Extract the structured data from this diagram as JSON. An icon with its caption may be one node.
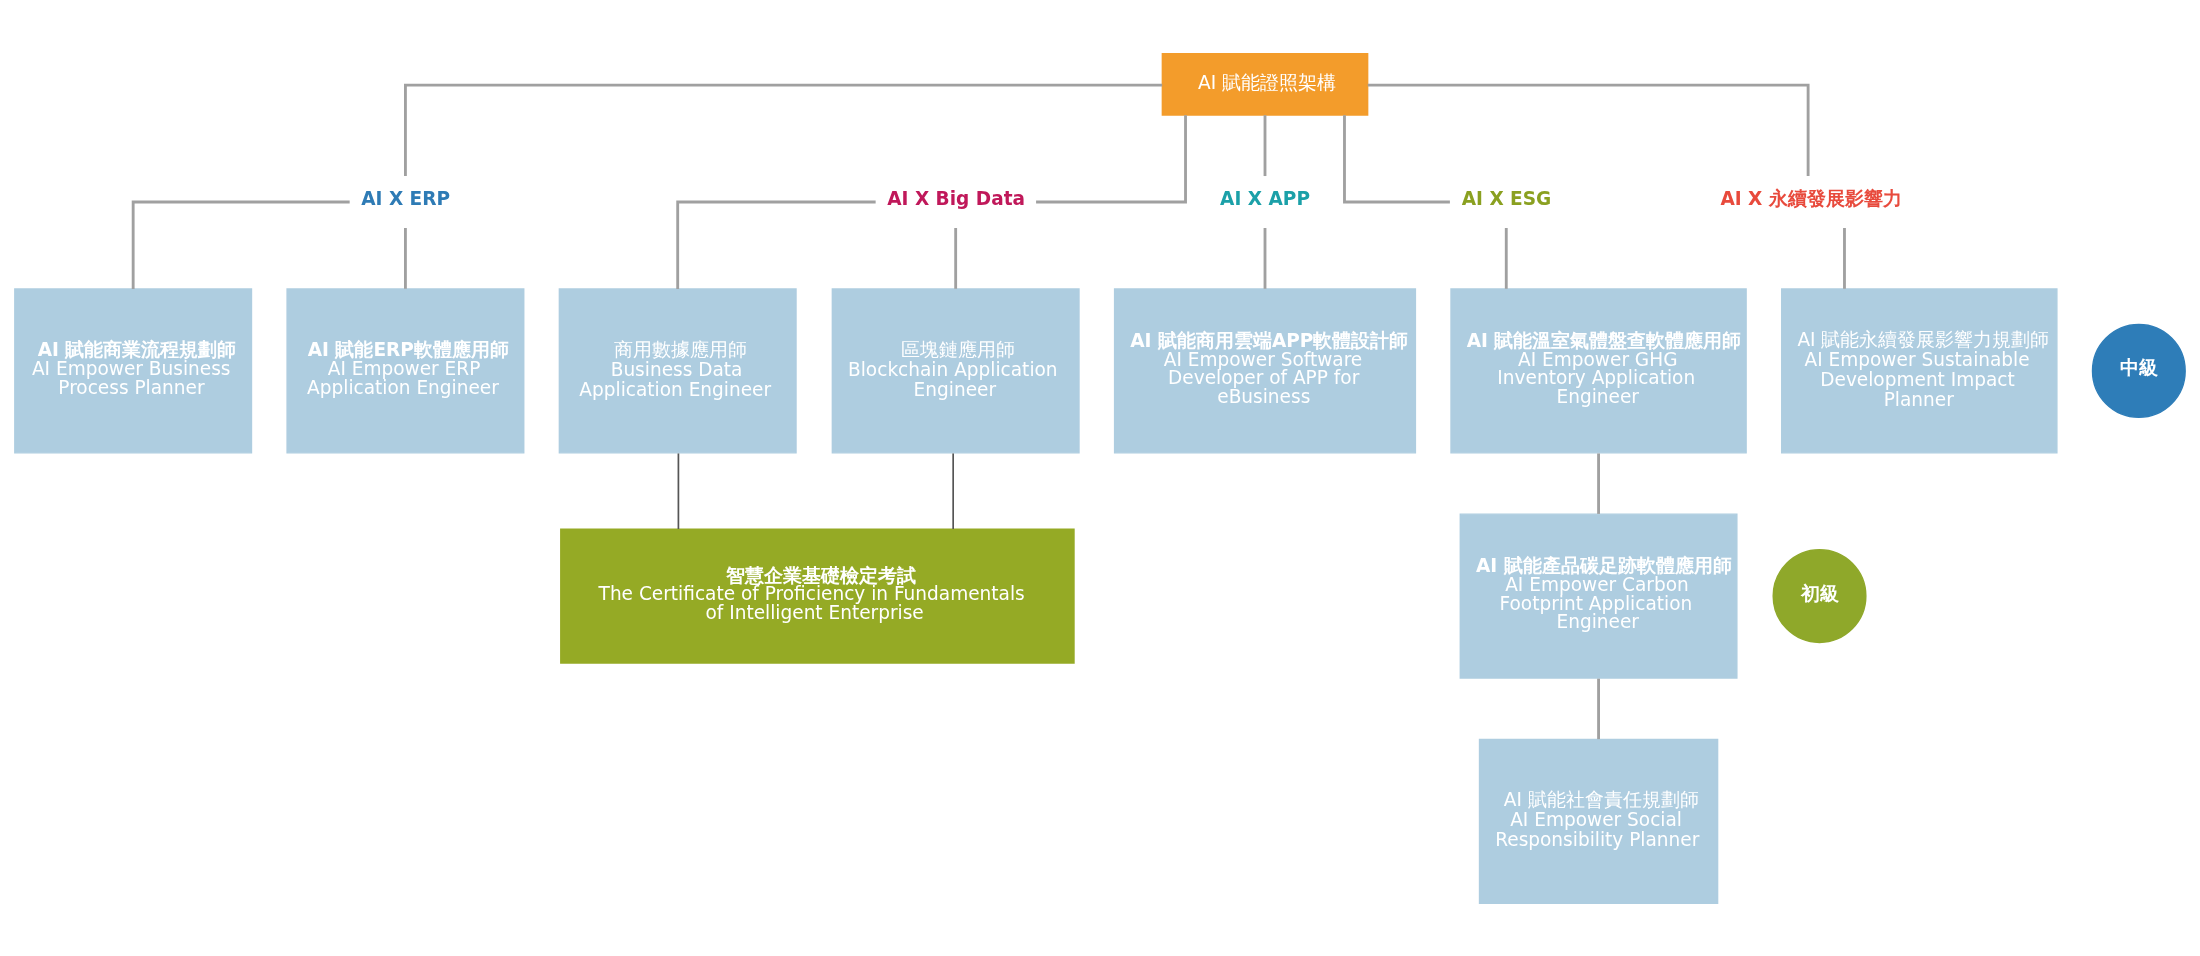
{
  "diagram": {
    "nodes": [
      {
        "text": [
          "AI 賦能證照架構"
        ]
      },
      {
        "text": [
          "AI X ERP"
        ]
      },
      {
        "text": [
          "AI X Big Data"
        ]
      },
      {
        "text": [
          "AI X APP"
        ]
      },
      {
        "text": [
          "AI X ESG"
        ]
      },
      {
        "text": [
          "AI X 永續發展影響力"
        ]
      },
      {
        "text": [
          "AI 賦能商業流程規劃師",
          "AI Empower Business Process Planner"
        ]
      },
      {
        "text": [
          "AI 賦能ERP軟體應用師",
          "AI Empower ERP Application Engineer"
        ]
      },
      {
        "text": [
          "商用數據應用師",
          "Business Data Application Engineer"
        ]
      },
      {
        "text": [
          "區塊鏈應用師",
          "Blockchain Application Engineer"
        ]
      },
      {
        "text": [
          "AI 賦能商用雲端APP軟體設計師",
          "AI Empower Software Developer of APP for eBusiness"
        ]
      },
      {
        "text": [
          "AI 賦能溫室氣體盤查軟體應用師",
          "AI Empower GHG Inventory Application Engineer"
        ]
      },
      {
        "text": [
          "AI 賦能永續發展影響力規劃師",
          "AI Empower Sustainable Development Impact Planner"
        ]
      },
      {
        "text": [
          "中級"
        ]
      },
      {
        "text": [
          "智慧企業基礎檢定考試",
          "The Certificate of Proficiency in Fundamentals of Intelligent Enterprise"
        ]
      },
      {
        "text": [
          "AI 賦能產品碳足跡軟體應用師",
          "AI Empower Carbon Footprint Application Engineer"
        ]
      },
      {
        "text": [
          "初級"
        ]
      },
      {
        "text": [
          "AI 賦能社會責任規劃師",
          "AI Empower Social Responsibility Planner"
        ]
      }
    ],
    "edges": [
      {
        "from": 0,
        "to": 1,
        "arrow": "none"
      },
      {
        "from": 0,
        "to": 2,
        "arrow": "none"
      },
      {
        "from": 0,
        "to": 3,
        "arrow": "none"
      },
      {
        "from": 0,
        "to": 4,
        "arrow": "none"
      },
      {
        "from": 0,
        "to": 5,
        "arrow": "none"
      },
      {
        "from": 1,
        "to": 6,
        "arrow": "none"
      },
      {
        "from": 1,
        "to": 7,
        "arrow": "none"
      },
      {
        "from": 2,
        "to": 8,
        "arrow": "none"
      },
      {
        "from": 2,
        "to": 9,
        "arrow": "none"
      },
      {
        "from": 3,
        "to": 10,
        "arrow": "none"
      },
      {
        "from": 4,
        "to": 11,
        "arrow": "none"
      },
      {
        "from": 5,
        "to": 12,
        "arrow": "none"
      },
      {
        "from": 8,
        "to": 14,
        "arrow": "none",
        "color": "#555555"
      },
      {
        "from": 9,
        "to": 14,
        "arrow": "none",
        "color": "#555555"
      },
      {
        "from": 11,
        "to": 15,
        "arrow": "none"
      },
      {
        "from": 15,
        "to": 17,
        "arrow": "none"
      }
    ]
  }
}
